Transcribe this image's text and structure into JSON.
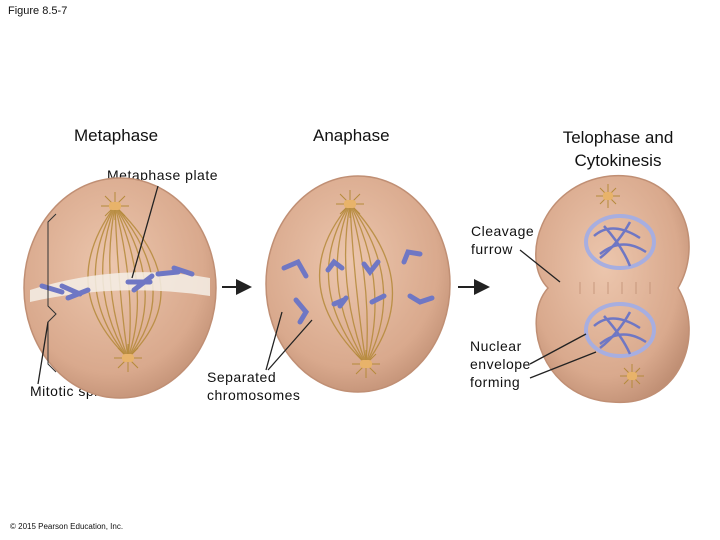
{
  "figure_label": "Figure 8.5-7",
  "stages": {
    "metaphase": "Metaphase",
    "anaphase": "Anaphase",
    "telophase": "Telophase and Cytokinesis"
  },
  "labels": {
    "metaphase_plate": "Metaphase plate",
    "cleavage_furrow": "Cleavage furrow",
    "mitotic_spindle": "Mitotic spindle",
    "separated_chromosomes": "Separated chromosomes",
    "nuclear_envelope": "Nuclear envelope forming"
  },
  "copyright": "© 2015 Pearson Education, Inc.",
  "colors": {
    "cell": "#d9a98d",
    "cell_edge": "#c08f74",
    "spindle": "#b58a3a",
    "chromosome": "#6f77c4",
    "centrosome": "#e8b36a"
  }
}
